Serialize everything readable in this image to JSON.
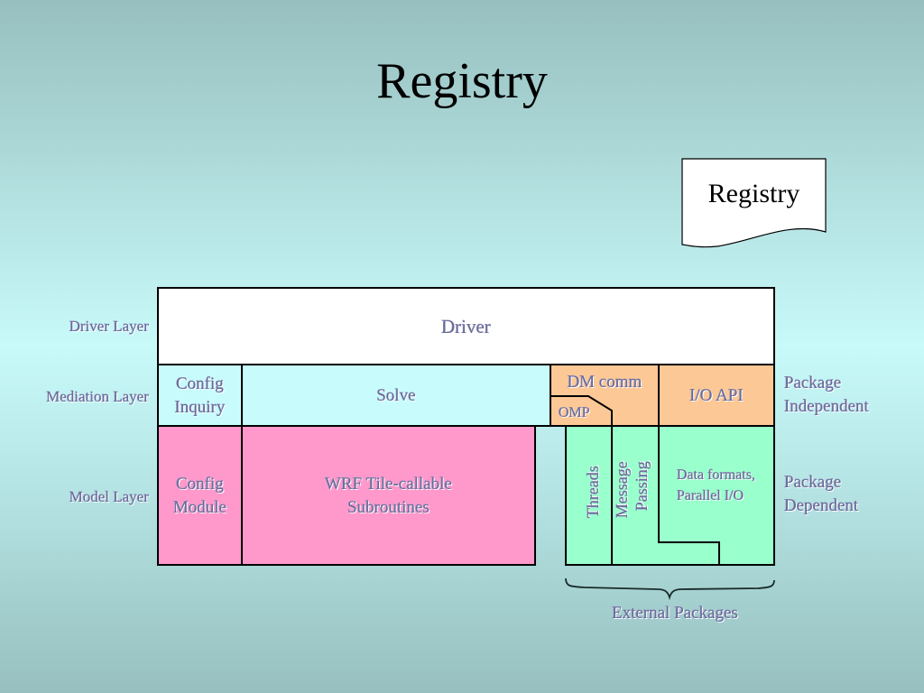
{
  "title": "Registry",
  "registry_box": {
    "label": "Registry",
    "shape": "document"
  },
  "layers": {
    "driver": "Driver Layer",
    "mediation": "Mediation Layer",
    "model": "Model Layer"
  },
  "blocks": {
    "driver": "Driver",
    "config_inquiry": [
      "Config",
      "Inquiry"
    ],
    "solve": "Solve",
    "dm_comm": "DM comm",
    "omp": "OMP",
    "io_api": "I/O API",
    "config_module": [
      "Config",
      "Module"
    ],
    "wrf_subroutines": [
      "WRF Tile-callable",
      "Subroutines"
    ],
    "threads": "Threads",
    "message_passing": [
      "Message",
      "Passing"
    ],
    "data_formats": [
      "Data formats,",
      "Parallel I/O"
    ]
  },
  "right_labels": {
    "package_independent": [
      "Package",
      "Independent"
    ],
    "package_dependent": [
      "Package",
      "Dependent"
    ]
  },
  "brace_label": "External Packages",
  "colors": {
    "driver_fill": "#ffffff",
    "mediation_fill": "#c8fcfc",
    "orange_fill": "#fcc896",
    "pink_fill": "#ff99cc",
    "green_fill": "#99ffcc",
    "text_color": "#6a6a9a"
  }
}
